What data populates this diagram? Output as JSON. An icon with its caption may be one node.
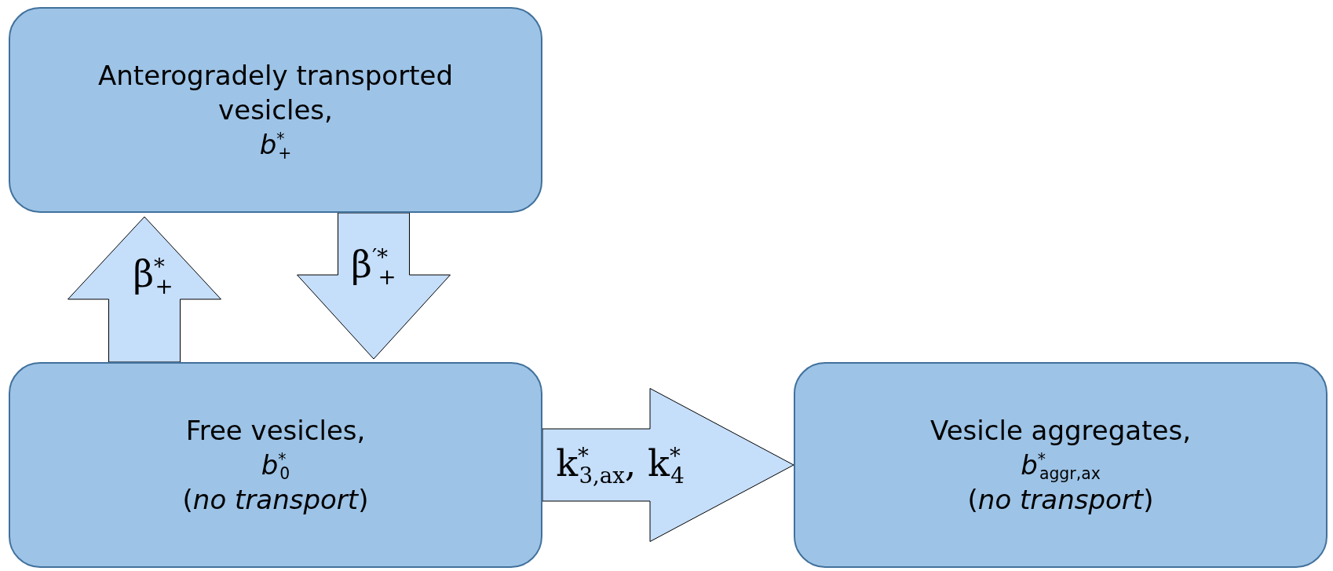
{
  "diagram": {
    "nodes": [
      {
        "text": [
          "Anterogradely transported vesicles,",
          "*b*$^{*}$$_{+}$"
        ]
      },
      {
        "text": [
          "Free vesicles,",
          "*b*$^{*}$$_{0}$",
          "(*no transport*)"
        ]
      },
      {
        "text": [
          "Vesicle aggregates,",
          "*b*$^{*}$$_{aggr,ax}$",
          "(*no transport*)"
        ]
      }
    ],
    "edges": [
      {
        "from": 1,
        "to": 0,
        "arrow": "to",
        "label": "β$^{*}$$_{+}$",
        "style": "thick"
      },
      {
        "from": 0,
        "to": 1,
        "arrow": "to",
        "label": "β$^{′*}$$_{+}$",
        "style": "thick"
      },
      {
        "from": 1,
        "to": 2,
        "arrow": "to",
        "label": "k$^{*}$$_{3,ax}$, k$^{*}$$_{4}$",
        "style": "thick"
      }
    ]
  }
}
